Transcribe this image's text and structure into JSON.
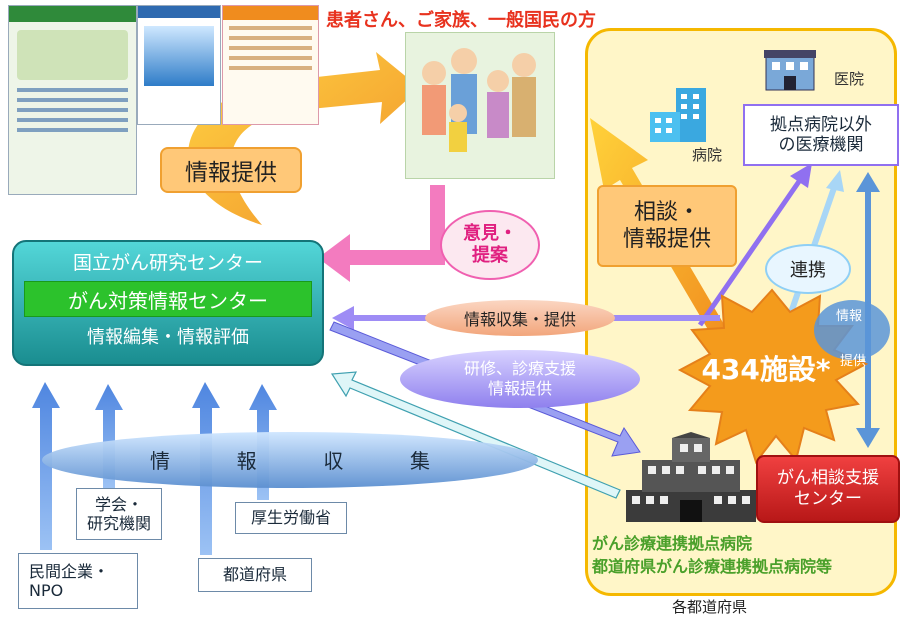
{
  "audience": "患者さん、ご家族、一般国民の方",
  "center": {
    "org": "国立がん研究センター",
    "name": "がん対策情報センター",
    "sub": "情報編集・情報評価"
  },
  "flows": {
    "info_provide": "情報提供",
    "opinion_line1": "意見・",
    "opinion_line2": "提案",
    "consult_line1": "相談・",
    "consult_line2": "情報提供",
    "collect_provide": "情報収集・提供",
    "training_line1": "研修、診療支援",
    "training_line2": "情報提供",
    "cooperation": "連携",
    "info_partial": "情報",
    "provide_partial": "提供"
  },
  "collection": {
    "label": [
      "情",
      "報",
      "収",
      "集"
    ]
  },
  "sources": {
    "academic_line1": "学会・",
    "academic_line2": "研究機関",
    "ministry": "厚生労働省",
    "private_line1": "民間企業・",
    "private_line2": "NPO",
    "prefecture": "都道府県"
  },
  "region": {
    "clinic": "医院",
    "hospital": "病院",
    "other_line1": "拠点病院以外",
    "other_line2": "の医療機関",
    "facilities": "434施設*",
    "consult_center_line1": "がん相談支援",
    "consult_center_line2": "センター",
    "base_hosp_line1": "がん診療連携拠点病院",
    "base_hosp_line2": "都道府県がん診療連携拠点病院等",
    "prefectures": "各都道府県"
  },
  "colors": {
    "orange": "#f08c1e",
    "teal": "#1a9ca0",
    "green": "#2cc22c",
    "pink": "#f060b0",
    "purple": "#8c6cf0",
    "yellow_region": "#fff6c8",
    "red": "#e02020"
  }
}
